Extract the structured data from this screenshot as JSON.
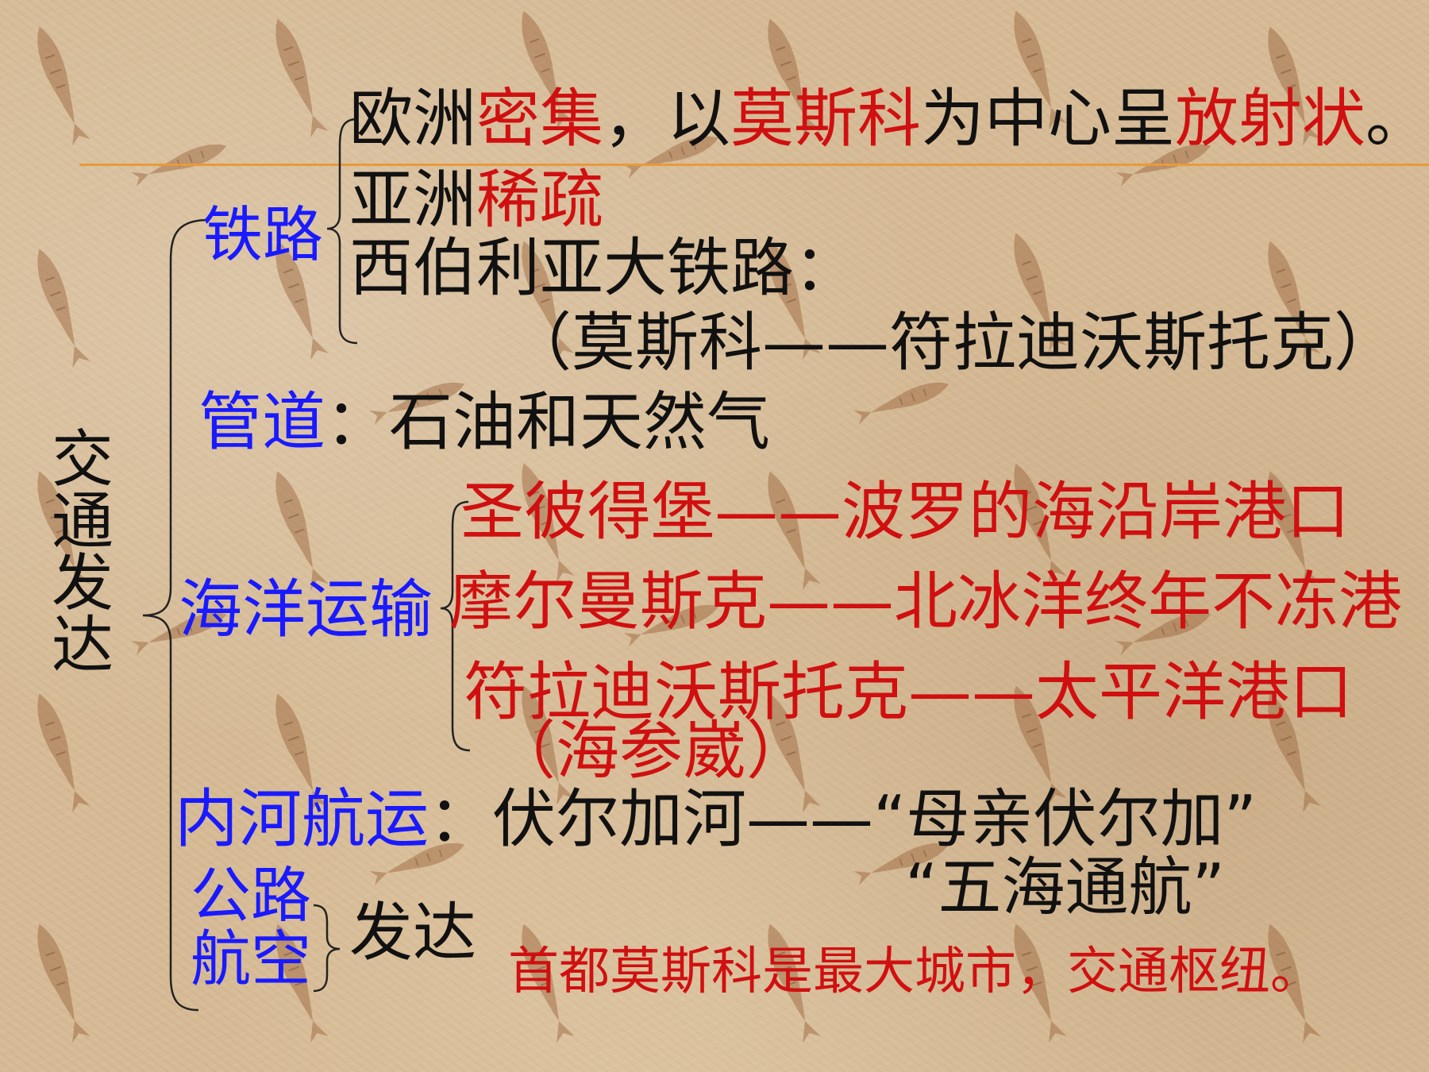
{
  "title_vertical": [
    "交",
    "通",
    "发",
    "达"
  ],
  "railway": {
    "label": "铁路",
    "line1": {
      "a": "欧洲",
      "b": "密集",
      "c": "，以",
      "d": "莫斯科",
      "e": "为中心呈",
      "f": "放射状",
      "g": "。"
    },
    "line2": {
      "a": "亚洲",
      "b": "稀疏"
    },
    "line3": "西伯利亚大铁路：",
    "line4": "（莫斯科——符拉迪沃斯托克）"
  },
  "pipeline": {
    "label": "管道",
    "text": "：石油和天然气"
  },
  "ocean": {
    "label": "海洋运输",
    "items": [
      "圣彼得堡——波罗的海沿岸港口",
      "摩尔曼斯克——北冰洋终年不冻港",
      "符拉迪沃斯托克——太平洋港口"
    ],
    "note": "（海参崴）"
  },
  "river": {
    "label": "内河航运",
    "text": "：伏尔加河——“母亲伏尔加”",
    "text2": "“五海通航”"
  },
  "road_air": {
    "road": "公路",
    "air": "航空",
    "text": "发达"
  },
  "capital_note": "首都莫斯科是最大城市，交通枢纽。",
  "colors": {
    "label_blue": "#1a1aff",
    "highlight_red": "#d01010",
    "text_black": "#111111",
    "rule_orange": "#e89a3a"
  }
}
